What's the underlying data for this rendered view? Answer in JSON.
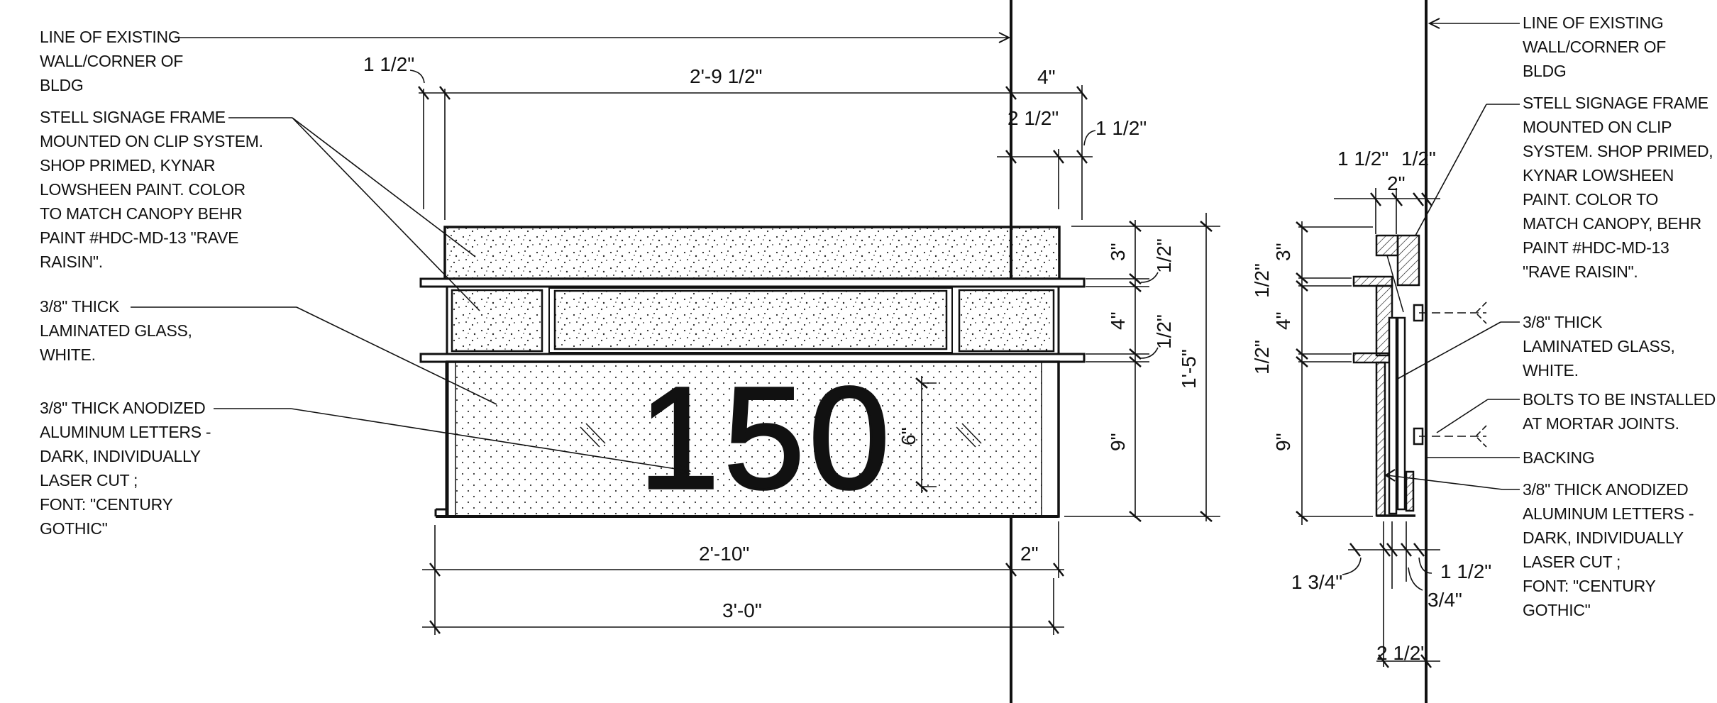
{
  "sign_number": "150",
  "notes_left": [
    {
      "id": "line-of-existing-wall",
      "lines": [
        "LINE OF EXISTING",
        "WALL/CORNER OF",
        "BLDG"
      ]
    },
    {
      "id": "signage-frame",
      "lines": [
        "STELL SIGNAGE FRAME",
        "MOUNTED ON CLIP SYSTEM.",
        "SHOP PRIMED, KYNAR",
        "LOWSHEEN PAINT.  COLOR",
        "TO MATCH CANOPY BEHR",
        "PAINT #HDC-MD-13 \"RAVE",
        "RAISIN\"."
      ]
    },
    {
      "id": "laminated-glass",
      "lines": [
        "3/8\" THICK",
        "LAMINATED GLASS,",
        "WHITE."
      ]
    },
    {
      "id": "aluminum-letters",
      "lines": [
        "3/8\" THICK ANODIZED",
        "ALUMINUM LETTERS -",
        "DARK, INDIVIDUALLY",
        "LASER CUT ;",
        "FONT: \"CENTURY",
        "GOTHIC\""
      ]
    }
  ],
  "notes_right": [
    {
      "id": "line-of-existing-wall",
      "lines": [
        "LINE OF EXISTING",
        "WALL/CORNER OF",
        "BLDG"
      ]
    },
    {
      "id": "signage-frame",
      "lines": [
        "STELL SIGNAGE FRAME",
        "MOUNTED ON CLIP",
        "SYSTEM. SHOP PRIMED,",
        "KYNAR LOWSHEEN",
        "PAINT.  COLOR TO",
        "MATCH CANOPY, BEHR",
        "PAINT #HDC-MD-13",
        "\"RAVE RAISIN\"."
      ]
    },
    {
      "id": "laminated-glass",
      "lines": [
        "3/8\" THICK",
        "LAMINATED GLASS,",
        "WHITE."
      ]
    },
    {
      "id": "bolts",
      "lines": [
        "BOLTS TO BE INSTALLED",
        "AT MORTAR JOINTS."
      ]
    },
    {
      "id": "backing",
      "lines": [
        "BACKING"
      ]
    },
    {
      "id": "aluminum-letters",
      "lines": [
        "3/8\" THICK ANODIZED",
        "ALUMINUM LETTERS -",
        "DARK, INDIVIDUALLY",
        "LASER CUT ;",
        "FONT: \"CENTURY",
        "GOTHIC\""
      ]
    }
  ],
  "elevation_dims": {
    "frame_offset": "1 1/2\"",
    "top_width": "2'-9 1/2\"",
    "wall_four": "4\"",
    "wall_two_half": "2 1/2\"",
    "wall_one_half": "1 1/2\"",
    "top_band": "3\"",
    "rail_upper": "1/2\"",
    "glass_band": "4\"",
    "rail_lower": "1/2\"",
    "panel": "9\"",
    "overall_height": "1'-5\"",
    "letter_height": "6\"",
    "panel_width": "2'-10\"",
    "right_gap": "2\"",
    "overall_width": "3'-0\""
  },
  "section_dims": {
    "top_left": "1 1/2\"",
    "top_right": "1/2\"",
    "top_mid": "2\"",
    "band_three": "3\"",
    "rail_upper": "1/2\"",
    "glass_four": "4\"",
    "rail_lower": "1/2\"",
    "panel_nine": "9\"",
    "bottom_one_three_quarter": "1 3/4\"",
    "bottom_one_half": "1 1/2\"",
    "bottom_three_quarter": "3/4\"",
    "bottom_two_half": "2 1/2\""
  }
}
